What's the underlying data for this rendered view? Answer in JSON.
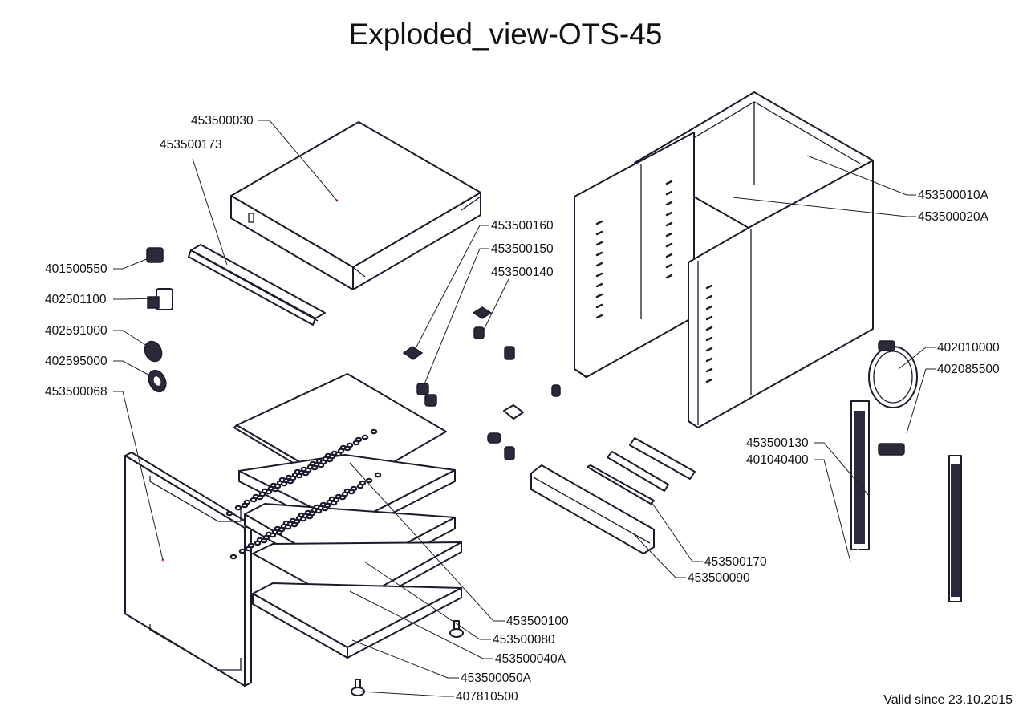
{
  "title": "Exploded_view-OTS-45",
  "validity_note": "Valid since 23.10.2015",
  "parts": {
    "top_cover": "453500030",
    "control_strip": "453500173",
    "thermostat_knob_housing": "401500550",
    "switch": "402501100",
    "knob_a": "402591000",
    "knob_b": "402595000",
    "door": "453500068",
    "bracket_160": "453500160",
    "bracket_150": "453500150",
    "bracket_140": "453500140",
    "cabinet_back": "453500010A",
    "cabinet_side": "453500020A",
    "thermostat": "402010000",
    "capillary": "402085500",
    "heating_element": "453500130",
    "cable": "401040400",
    "rail_170": "453500170",
    "base_rail": "453500090",
    "tray_plate": "453500100",
    "foot_small": "453500080",
    "perforated_tray": "453500040A",
    "bottom_tray": "453500050A",
    "foot": "407810500"
  }
}
